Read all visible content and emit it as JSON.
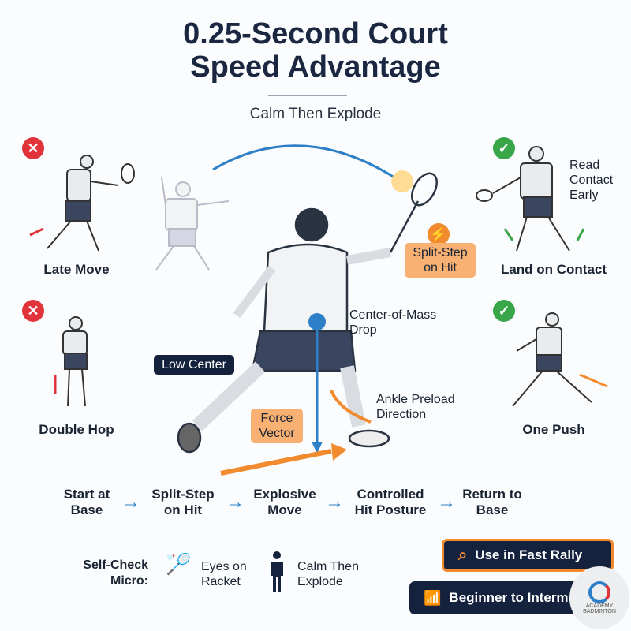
{
  "title_line1": "0.25-Second Court",
  "title_line2": "Speed Advantage",
  "subtitle": "Calm Then Explode",
  "left_panels": [
    {
      "label": "Late Move",
      "status": "wrong",
      "icon": "x-icon"
    },
    {
      "label": "Double Hop",
      "status": "wrong",
      "icon": "x-icon"
    }
  ],
  "right_panels": [
    {
      "label": "Land on Contact",
      "status": "correct",
      "icon": "check-icon",
      "note": "Read Contact Early"
    },
    {
      "label": "One Push",
      "status": "correct",
      "icon": "check-icon"
    }
  ],
  "center": {
    "split_step": "Split-Step on Hit",
    "com_drop": "Center-of-Mass Drop",
    "low_center": "Low Center",
    "ankle_preload": "Ankle Preload Direction",
    "force_vector": "Force Vector"
  },
  "steps": [
    "Start at Base",
    "Split-Step on Hit",
    "Explosive Move",
    "Controlled Hit Posture",
    "Return to Base"
  ],
  "self_check": {
    "label": "Self-Check Micro:",
    "items": [
      "Eyes on Racket",
      "Calm Then Explode"
    ]
  },
  "pills": [
    {
      "label": "Use in Fast Rally",
      "icon": "search-speed-icon"
    },
    {
      "label": "Beginner to Interme",
      "icon": "growth-chart-icon"
    }
  ],
  "logo_text": "ACADEMY BADMINTON",
  "colors": {
    "navy": "#14223e",
    "orange": "#f28a2e",
    "blue": "#2d7fc7",
    "red": "#e0343a",
    "green": "#38a649"
  }
}
